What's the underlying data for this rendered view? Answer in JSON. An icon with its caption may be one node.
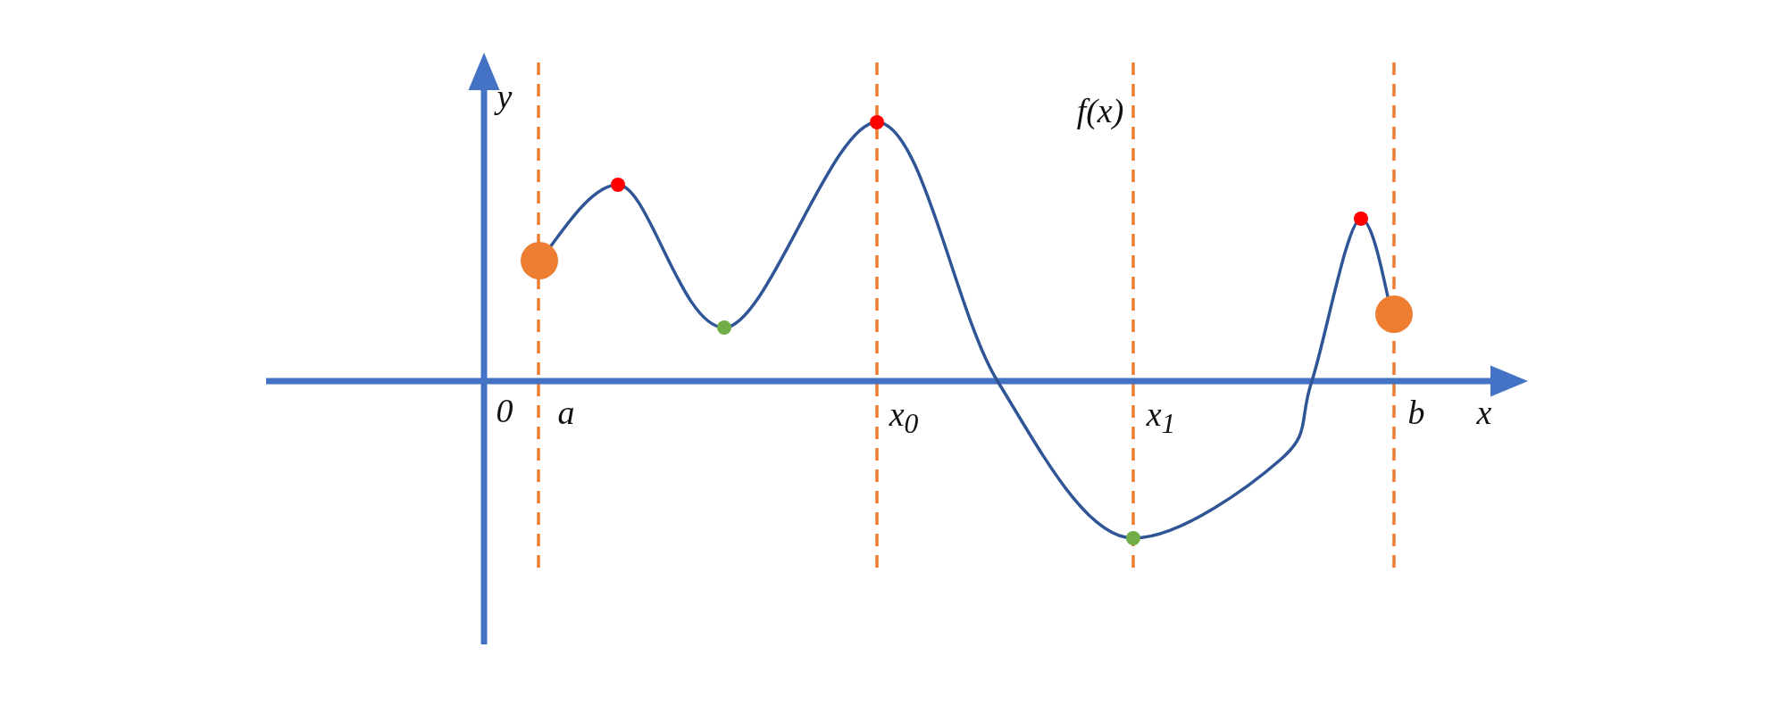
{
  "diagram": {
    "labels": [
      "y",
      "f(x)",
      "0",
      "a",
      "x$_{0}$",
      "x$_{1}$",
      "b",
      "x"
    ]
  }
}
